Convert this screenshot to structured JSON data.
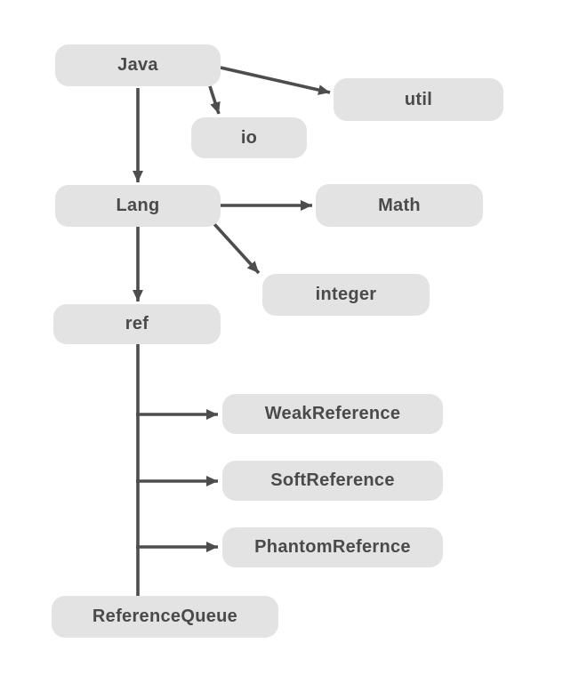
{
  "colors": {
    "background": "#ffffff",
    "node_background": "#e3e3e3",
    "label_text": "#4a4a4a",
    "connector_line": "#4d4d4d"
  },
  "nodes": {
    "java": {
      "label": "Java"
    },
    "util": {
      "label": "util"
    },
    "io": {
      "label": "io"
    },
    "lang": {
      "label": "Lang"
    },
    "math": {
      "label": "Math"
    },
    "integer": {
      "label": "integer"
    },
    "ref": {
      "label": "ref"
    },
    "weak_reference": {
      "label": "WeakReference"
    },
    "soft_reference": {
      "label": "SoftReference"
    },
    "phantom_refernce": {
      "label": "PhantomRefernce"
    },
    "reference_queue": {
      "label": "ReferenceQueue"
    }
  },
  "edges": [
    {
      "from": "Java",
      "to": "util",
      "arrow": true
    },
    {
      "from": "Java",
      "to": "io",
      "arrow": true
    },
    {
      "from": "Java",
      "to": "Lang",
      "arrow": true
    },
    {
      "from": "Lang",
      "to": "Math",
      "arrow": true
    },
    {
      "from": "Lang",
      "to": "integer",
      "arrow": true
    },
    {
      "from": "Lang",
      "to": "ref",
      "arrow": true
    },
    {
      "from": "ref",
      "to": "WeakReference",
      "arrow": true
    },
    {
      "from": "ref",
      "to": "SoftReference",
      "arrow": true
    },
    {
      "from": "ref",
      "to": "PhantomRefernce",
      "arrow": true
    },
    {
      "from": "ref",
      "to": "ReferenceQueue",
      "arrow": false
    }
  ]
}
